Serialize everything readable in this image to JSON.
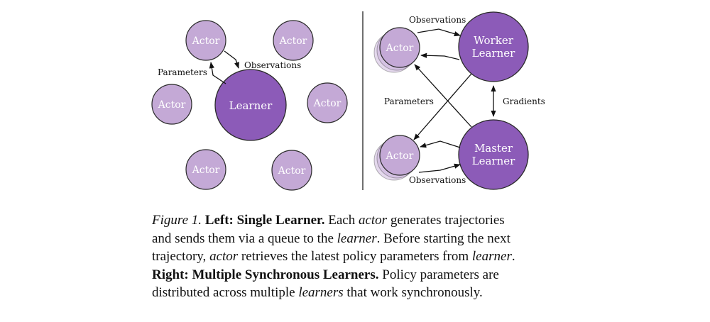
{
  "colors": {
    "small_fill": "#c4a9d6",
    "large_fill": "#8c5bb8",
    "stroke": "#2a2a2a"
  },
  "left": {
    "actor_label": "Actor",
    "learner_label": "Learner",
    "parameters_label": "Parameters",
    "observations_label": "Observations"
  },
  "right": {
    "actor_label": "Actor",
    "worker_line1": "Worker",
    "worker_line2": "Learner",
    "master_line1": "Master",
    "master_line2": "Learner",
    "observations_top": "Observations",
    "parameters_label": "Parameters",
    "gradients_label": "Gradients",
    "observations_bottom": "Observations"
  },
  "caption": {
    "fig_label": "Figure 1.",
    "left_title": "Left: Single Learner.",
    "l1_text_a": " Each ",
    "l1_actor": "actor",
    "l1_text_b": " generates trajectories",
    "l2_text_a": "and sends them via a queue to the ",
    "l2_learner": "learner",
    "l2_text_b": ". Before starting the next",
    "l3_text_a": "trajectory, ",
    "l3_actor": "actor",
    "l3_text_b": " retrieves the latest policy parameters from ",
    "l3_learner": "learner",
    "l3_text_c": ".",
    "right_title": "Right: Multiple Synchronous Learners.",
    "l4_text": " Policy parameters are",
    "l5_text_a": "distributed across multiple ",
    "l5_learners": "learners",
    "l5_text_b": " that work synchronously."
  }
}
